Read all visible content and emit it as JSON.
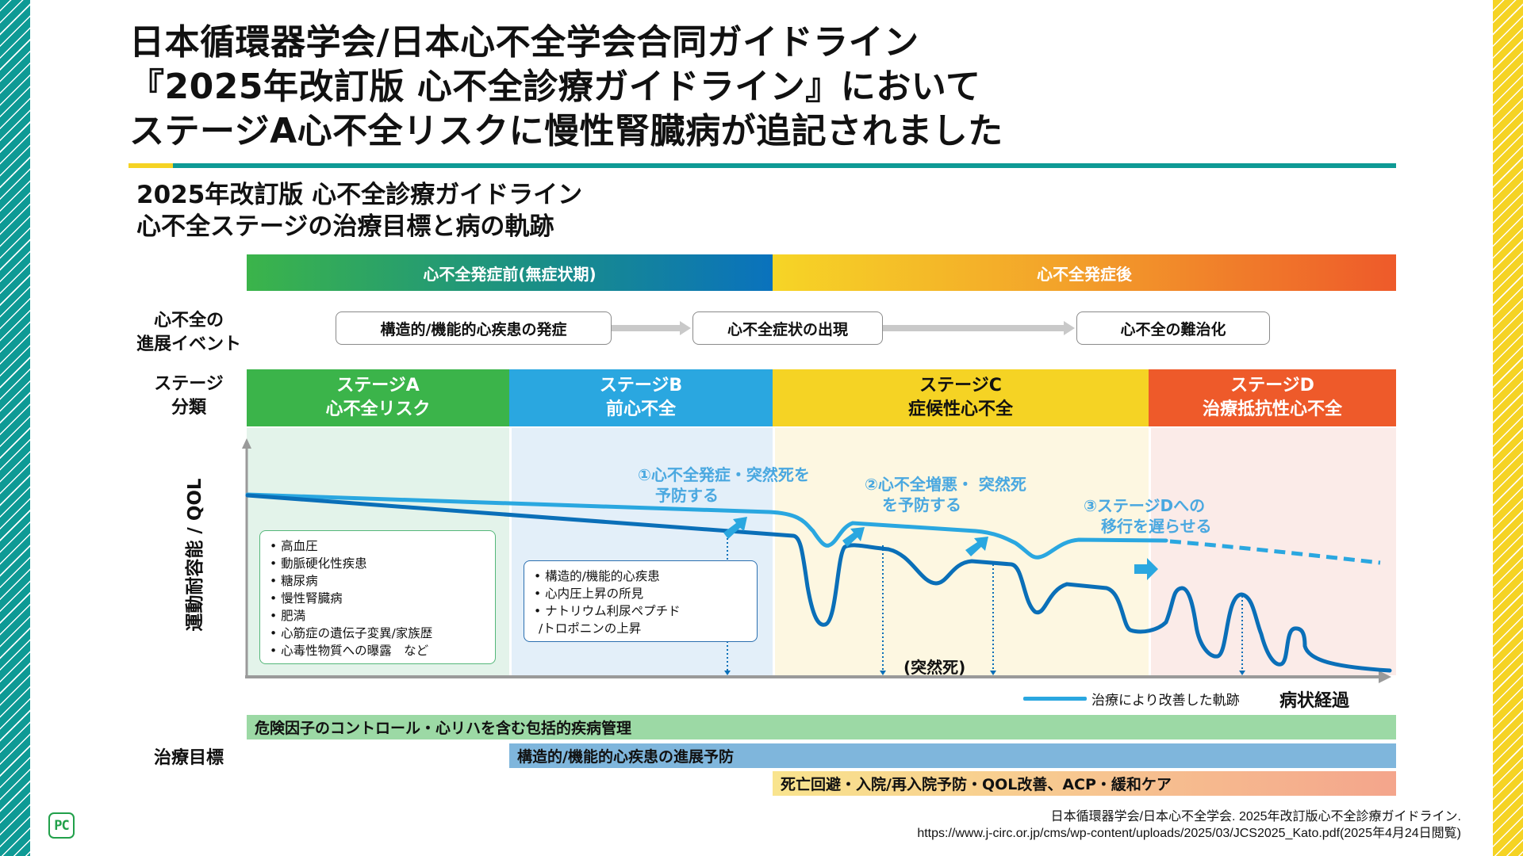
{
  "headline": {
    "lines": [
      "日本循環器学会/日本心不全学会合同ガイドライン",
      "『2025年改訂版 心不全診療ガイドライン』において",
      "ステージA心不全リスクに慢性腎臓病が追記されました"
    ]
  },
  "subtitle": {
    "lines": [
      "2025年改訂版 心不全診療ガイドライン",
      "心不全ステージの治療目標と病の軌跡"
    ]
  },
  "phases": {
    "pre": "心不全発症前(無症状期)",
    "post": "心不全発症後"
  },
  "row_labels": {
    "events": [
      "心不全の",
      "進展イベント"
    ],
    "stages": [
      "ステージ",
      "分類"
    ],
    "goals": "治療目標"
  },
  "events": [
    "構造的/機能的心疾患の発症",
    "心不全症状の出現",
    "心不全の難治化"
  ],
  "stages": [
    {
      "name": "ステージA",
      "desc": "心不全リスク"
    },
    {
      "name": "ステージB",
      "desc": "前心不全"
    },
    {
      "name": "ステージC",
      "desc": "症候性心不全"
    },
    {
      "name": "ステージD",
      "desc": "治療抵抗性心不全"
    }
  ],
  "chart": {
    "y_axis_label": "運動耐容能 / QOL",
    "x_axis_label": "病状経過",
    "legend": "治療により改善した軌跡",
    "sudden_death": "(突然死)",
    "goals": [
      [
        "①心不全発症・突然死を",
        "予防する"
      ],
      [
        "②心不全増悪・ 突然死",
        "を予防する"
      ],
      [
        "③ステージDへの",
        "移行を遅らせる"
      ]
    ],
    "risk_a": [
      "高血圧",
      "動脈硬化性疾患",
      "糖尿病",
      "慢性腎臓病",
      "肥満",
      "心筋症の遺伝子変異/家族歴",
      "心毒性物質への曝露　など"
    ],
    "risk_b": [
      "構造的/機能的心疾患",
      "心内圧上昇の所見",
      "ナトリウム利尿ペプチド"
    ],
    "risk_b_cont": "/トロポニンの上昇",
    "colors": {
      "natural_course": "#0a6fb8",
      "improved_course": "#2aa7e0",
      "axis": "#999999"
    }
  },
  "treatment_goals": [
    "危険因子のコントロール・心リハを含む包括的疾病管理",
    "構造的/機能的心疾患の進展予防",
    "死亡回避・入院/再入院予防・QOL改善、ACP・緩和ケア"
  ],
  "citation": {
    "line1": "日本循環器学会/日本心不全学会. 2025年改訂版心不全診療ガイドライン.",
    "line2": "https://www.j-circ.or.jp/cms/wp-content/uploads/2025/03/JCS2025_Kato.pdf(2025年4月24日閲覧)"
  },
  "logo": "PC"
}
